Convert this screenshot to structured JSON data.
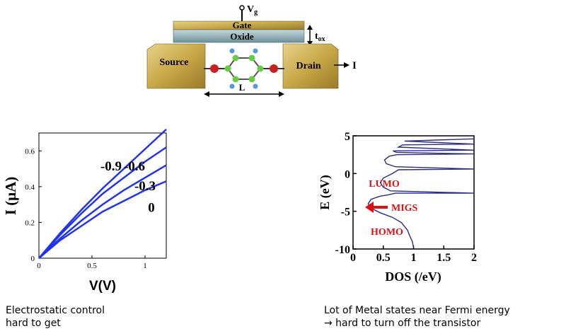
{
  "device": {
    "gate_label": "Gate",
    "oxide_label": "Oxide",
    "vg_label": "V",
    "vg_sub": "g",
    "tox_label": "t",
    "tox_sub": "ox",
    "source_label": "Source",
    "drain_label": "Drain",
    "current_label": "I",
    "length_label": "L"
  },
  "chart_data": [
    {
      "type": "line",
      "xlabel": "V(V)",
      "ylabel": "I (μA)",
      "xlim": [
        0,
        1.2
      ],
      "ylim": [
        0,
        0.7
      ],
      "x_ticks": [
        "0",
        "0.5",
        "1"
      ],
      "y_ticks": [
        "0",
        "0.2",
        "0.4",
        "0.6"
      ],
      "grid": false,
      "series": [
        {
          "name": "-0.9",
          "x": [
            0,
            0.2,
            0.4,
            0.6,
            0.8,
            1.0,
            1.2
          ],
          "y": [
            0,
            0.14,
            0.27,
            0.39,
            0.5,
            0.61,
            0.72
          ]
        },
        {
          "name": "-0.6",
          "x": [
            0,
            0.2,
            0.4,
            0.6,
            0.8,
            1.0,
            1.2
          ],
          "y": [
            0,
            0.13,
            0.25,
            0.36,
            0.45,
            0.54,
            0.62
          ]
        },
        {
          "name": "-0.3",
          "x": [
            0,
            0.2,
            0.4,
            0.6,
            0.8,
            1.0,
            1.2
          ],
          "y": [
            0,
            0.11,
            0.21,
            0.3,
            0.38,
            0.45,
            0.52
          ]
        },
        {
          "name": "0",
          "x": [
            0,
            0.2,
            0.4,
            0.6,
            0.8,
            1.0,
            1.2
          ],
          "y": [
            0,
            0.1,
            0.18,
            0.26,
            0.32,
            0.38,
            0.43
          ]
        }
      ]
    },
    {
      "type": "line",
      "xlabel": "DOS (/eV)",
      "ylabel": "E (eV)",
      "xlim": [
        0,
        2
      ],
      "ylim": [
        -10,
        5
      ],
      "x_ticks": [
        "0",
        "0.5",
        "1",
        "1.5",
        "2"
      ],
      "y_ticks": [
        "-10",
        "-5",
        "0",
        "5"
      ],
      "grid": false,
      "annotations": [
        "LUMO",
        "MIGS",
        "HOMO"
      ],
      "series": [
        {
          "x": [
            1.0,
            0.98,
            0.95,
            0.9,
            0.8,
            0.65,
            0.45,
            0.3,
            0.25,
            0.3,
            0.45,
            0.6,
            0.7,
            2.0,
            0.62,
            0.5,
            0.45,
            0.5,
            0.65,
            0.75,
            2.0,
            0.7,
            0.55,
            0.52,
            0.6,
            0.72,
            2.0,
            0.72,
            0.66,
            2.0,
            0.75,
            0.82,
            2.0,
            0.85,
            2.0
          ],
          "y": [
            -9.8,
            -9.0,
            -8.5,
            -7.5,
            -6.5,
            -5.8,
            -5.2,
            -4.6,
            -4.0,
            -3.4,
            -3.0,
            -2.8,
            -2.6,
            -2.6,
            -2.3,
            -1.8,
            -1.2,
            -0.6,
            0.0,
            0.5,
            0.6,
            0.9,
            1.3,
            1.8,
            2.3,
            2.5,
            2.6,
            2.8,
            3.0,
            3.1,
            3.5,
            3.8,
            3.9,
            4.3,
            4.6
          ]
        }
      ]
    }
  ],
  "captions": {
    "left_line1": "Electrostatic control",
    "left_line2": "hard to get",
    "right_line1": "Lot of Metal states near Fermi energy",
    "right_line2": "→ hard to turn off the transistor"
  }
}
